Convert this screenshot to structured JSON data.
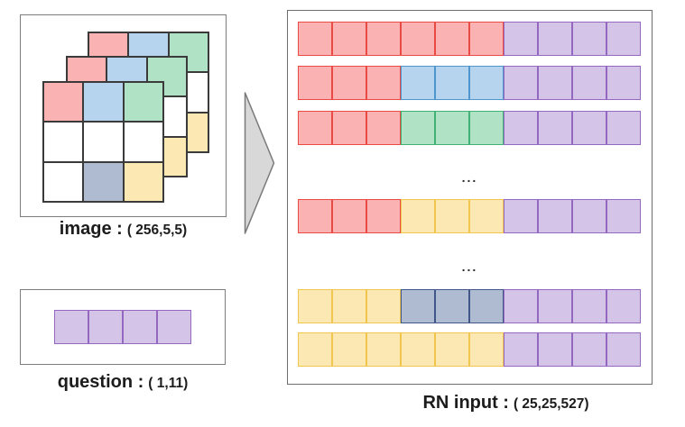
{
  "figure": {
    "image_panel": {
      "caption": "image :",
      "shape": "( 256,5,5)",
      "layers": 3,
      "grid_pattern": [
        [
          "red",
          "blue",
          "green"
        ],
        [
          "white",
          "white",
          "white"
        ],
        [
          "white",
          "slate",
          "yellow"
        ]
      ]
    },
    "question_panel": {
      "caption": "question :",
      "shape": "( 1,11)",
      "cells": [
        "purple",
        "purple",
        "purple",
        "purple"
      ]
    },
    "rn_panel": {
      "caption": "RN input :",
      "shape": "( 25,25,527)",
      "ellipsis": "...",
      "rows": [
        {
          "segments": [
            {
              "color": "red",
              "count": 6
            },
            {
              "color": "purple",
              "count": 4
            }
          ]
        },
        {
          "segments": [
            {
              "color": "red",
              "count": 3
            },
            {
              "color": "blue",
              "count": 3
            },
            {
              "color": "purple",
              "count": 4
            }
          ]
        },
        {
          "segments": [
            {
              "color": "red",
              "count": 3
            },
            {
              "color": "green",
              "count": 3
            },
            {
              "color": "purple",
              "count": 4
            }
          ]
        },
        {
          "segments": [
            {
              "color": "red",
              "count": 3
            },
            {
              "color": "yellow",
              "count": 3
            },
            {
              "color": "purple",
              "count": 4
            }
          ]
        },
        {
          "segments": [
            {
              "color": "yellow",
              "count": 3
            },
            {
              "color": "slate",
              "count": 3
            },
            {
              "color": "purple",
              "count": 4
            }
          ]
        },
        {
          "segments": [
            {
              "color": "yellow",
              "count": 6
            },
            {
              "color": "purple",
              "count": 4
            }
          ]
        }
      ]
    }
  },
  "colors": {
    "red": {
      "fill": "#fab2b2",
      "border": "#ea4a44"
    },
    "blue": {
      "fill": "#b6d4ee",
      "border": "#4f96ce"
    },
    "green": {
      "fill": "#b0e3c6",
      "border": "#42b176"
    },
    "yellow": {
      "fill": "#fbe8b2",
      "border": "#f2c54e"
    },
    "slate": {
      "fill": "#aebbd1",
      "border": "#41568a"
    },
    "purple": {
      "fill": "#d4c5e8",
      "border": "#9468c0"
    },
    "white": {
      "fill": "#ffffff",
      "border": "#3a3a3a"
    },
    "grid_line": "#3a3a3a",
    "panel_border": "#7d7d7d",
    "arrow_fill": "#d8d8d8",
    "arrow_border": "#7a7a7a",
    "text": "#1c1c1c"
  }
}
